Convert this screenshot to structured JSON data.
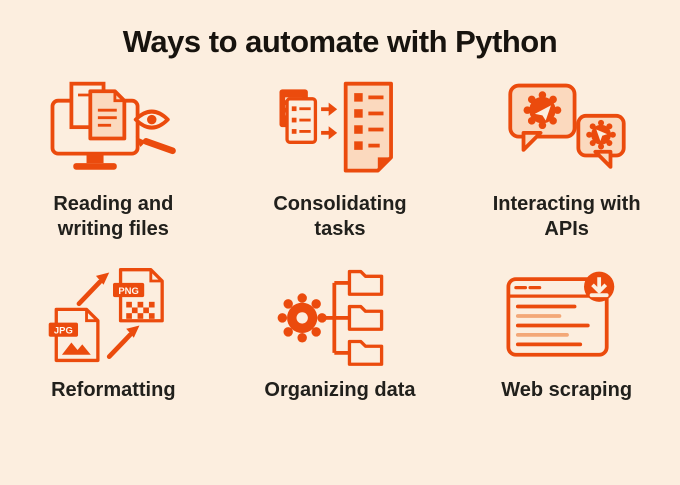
{
  "title": "Ways to automate with Python",
  "colors": {
    "accent": "#EB4B0D",
    "background": "#FCEEDF",
    "icon_light_fill": "#FBD9BE",
    "text": "#17130E"
  },
  "items": [
    {
      "label": "Reading and writing files",
      "icon": "reading-writing-files-icon"
    },
    {
      "label": "Consolidating tasks",
      "icon": "consolidating-tasks-icon"
    },
    {
      "label": "Interacting with APIs",
      "icon": "interacting-with-apis-icon"
    },
    {
      "label": "Reformatting",
      "icon": "reformatting-icon"
    },
    {
      "label": "Organizing data",
      "icon": "organizing-data-icon"
    },
    {
      "label": "Web scraping",
      "icon": "web-scraping-icon"
    }
  ],
  "icon_text": {
    "jpg_badge": "JPG",
    "png_badge": "PNG"
  }
}
